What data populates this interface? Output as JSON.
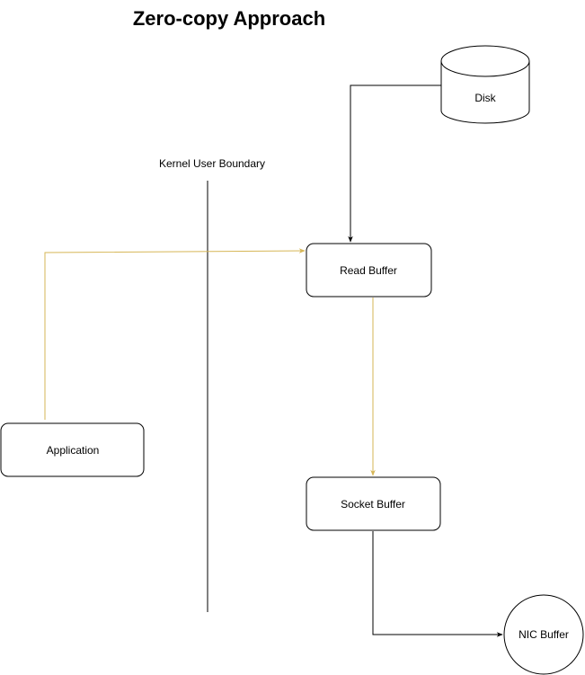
{
  "title": "Zero-copy Approach",
  "boundary_label": "Kernel User Boundary",
  "nodes": {
    "disk": "Disk",
    "read_buffer": "Read Buffer",
    "application": "Application",
    "socket_buffer": "Socket Buffer",
    "nic_buffer": "NIC Buffer"
  },
  "colors": {
    "black_arrow": "#000000",
    "gold_arrow": "#d6b656"
  }
}
